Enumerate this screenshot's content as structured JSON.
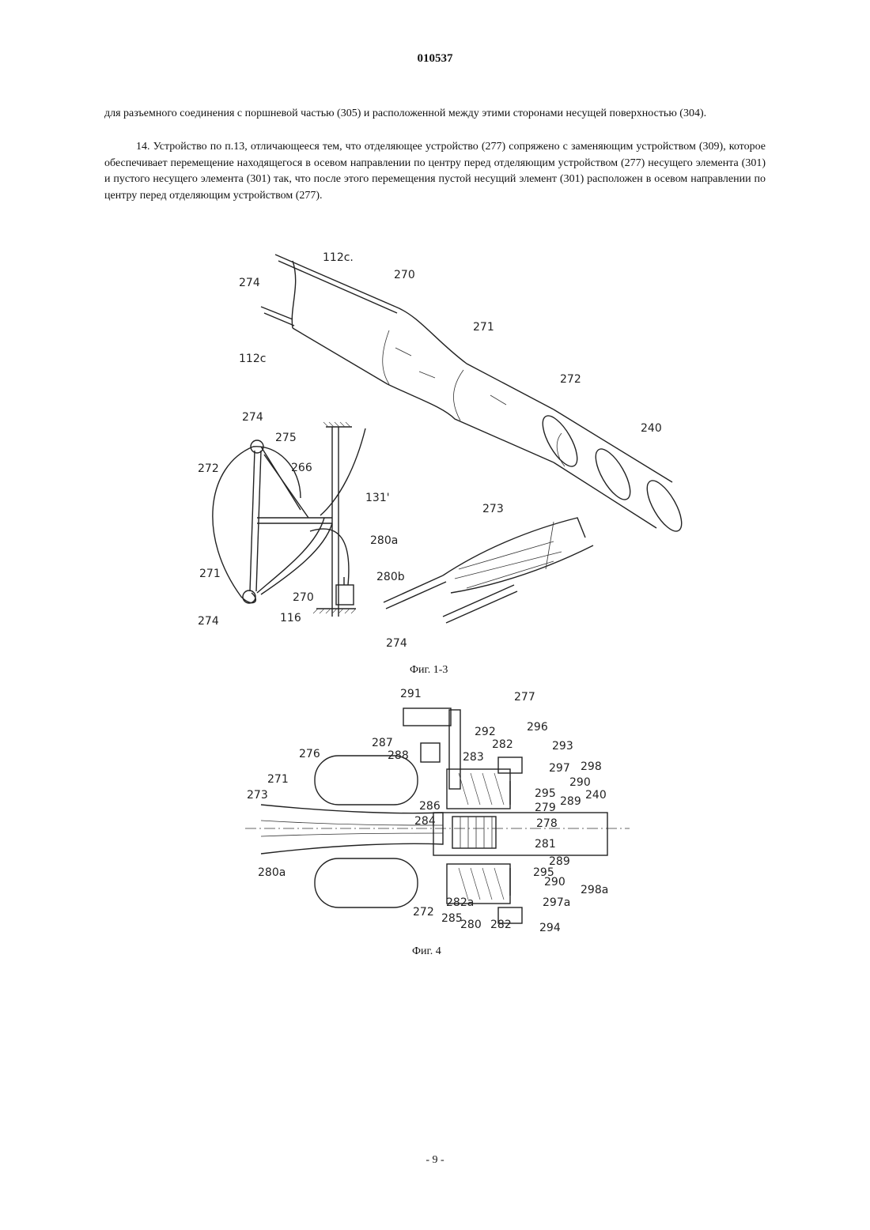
{
  "header": {
    "doc_number": "010537"
  },
  "paragraphs": {
    "p1": "для разъемного соединения с поршневой частью (305) и расположенной между этими сторонами несущей поверхностью (304).",
    "p2": "14. Устройство по п.13, отличающееся тем, что отделяющее устройство (277) сопряжено с заменяющим устройством (309), которое обеспечивает перемещение находящегося в осевом направлении по центру перед отделяющим устройством (277) несущего элемента (301) и пустого несущего элемента (301) так, что после этого перемещения пустой несущий элемент (301) расположен в осевом направлении по центру перед отделяющим устройством (277)."
  },
  "figure1": {
    "caption": "Фиг. 1-3",
    "labels": {
      "l112c_top": "112c.",
      "l274_a": "274",
      "l270_a": "270",
      "l112c_b": "112c",
      "l271_a": "271",
      "l272_a": "272",
      "l240": "240",
      "l274_b": "274",
      "l275": "275",
      "l272_b": "272",
      "l266": "266",
      "l131": "131'",
      "l280a": "280a",
      "l280b": "280b",
      "l271_b": "271",
      "l270_b": "270",
      "l274_c": "274",
      "l116": "116",
      "l273": "273",
      "l274_d": "274"
    }
  },
  "figure2": {
    "caption": "Фиг. 4",
    "labels": {
      "l291": "291",
      "l277": "277",
      "l292": "292",
      "l296": "296",
      "l287": "287",
      "l282_a": "282",
      "l293": "293",
      "l288": "288",
      "l283": "283",
      "l297": "297",
      "l298": "298",
      "l276": "276",
      "l290_a": "290",
      "l271": "271",
      "l295_a": "295",
      "l289_a": "289",
      "l240": "240",
      "l273": "273",
      "l286": "286",
      "l279": "279",
      "l284": "284",
      "l278": "278",
      "l281": "281",
      "l289_b": "289",
      "l280a": "280a",
      "l295_b": "295",
      "l290_b": "290",
      "l298a": "298a",
      "l282a": "282a",
      "l297a": "297a",
      "l272": "272",
      "l285": "285",
      "l280": "280",
      "l282_b": "282",
      "l294": "294"
    }
  },
  "footer": {
    "page_number": "- 9 -"
  }
}
